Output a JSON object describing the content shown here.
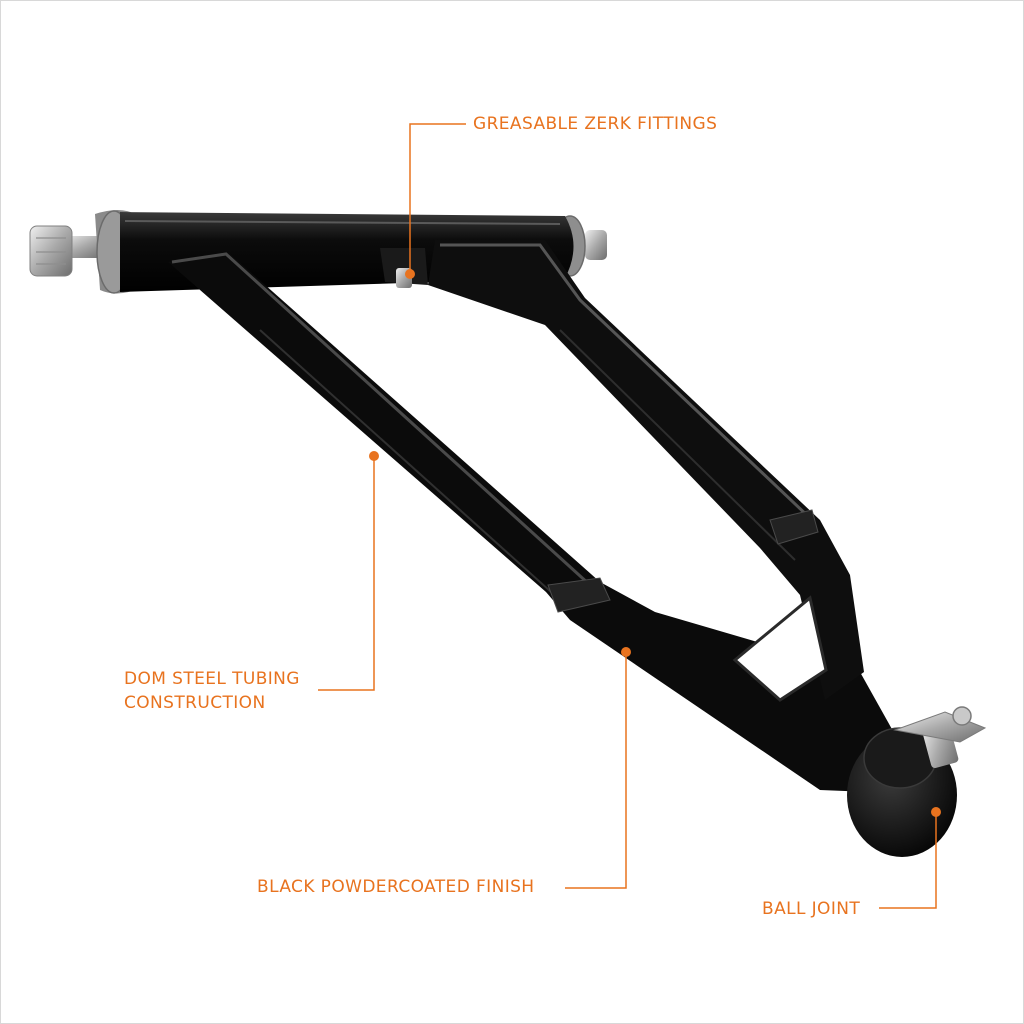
{
  "accent_color": "#e8731f",
  "product_icon": "a-arm-control-arm-illustration",
  "callouts": {
    "zerk": "GREASABLE ZERK FITTINGS",
    "dom_line1": "DOM STEEL TUBING",
    "dom_line2": "CONSTRUCTION",
    "black_finish": "BLACK POWDERCOATED FINISH",
    "ball_joint": "BALL JOINT"
  }
}
